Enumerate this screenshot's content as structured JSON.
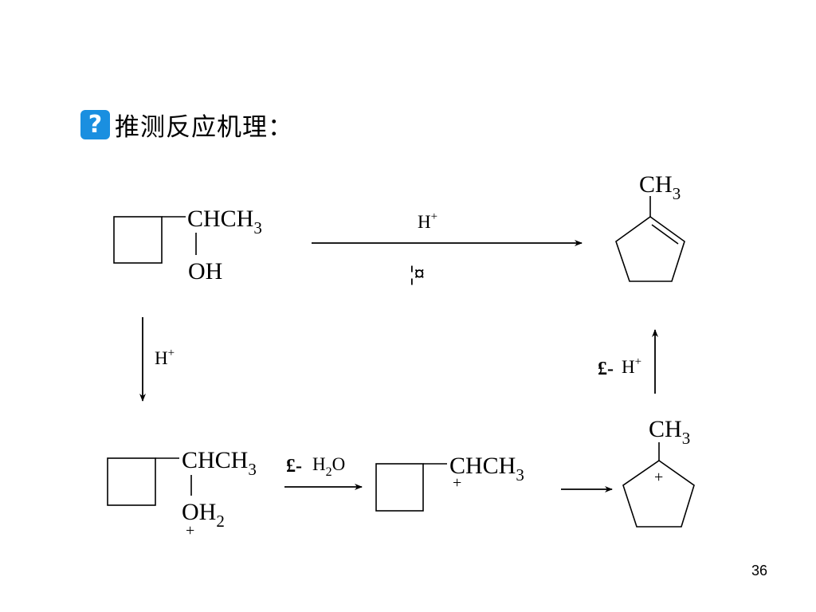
{
  "heading": {
    "icon": "question-icon",
    "icon_glyph": "?",
    "icon_color": "#1a8fe0",
    "text": "推测反应机理："
  },
  "reactant": {
    "chain": "CHCH",
    "chain_sub": "3",
    "group": "OH"
  },
  "product": {
    "group": "CH",
    "group_sub": "3"
  },
  "arrow_top": {
    "reagent": "H",
    "reagent_sup": "+",
    "condition": "¦¤"
  },
  "arrow_down": {
    "reagent": "H",
    "reagent_sup": "+"
  },
  "arrow_up": {
    "prefix": "£-",
    "reagent": "H",
    "reagent_sup": "+"
  },
  "protonated": {
    "chain": "CHCH",
    "chain_sub": "3",
    "group": "OH",
    "group_sub": "2",
    "charge": "+"
  },
  "arrow_water": {
    "prefix": "£-",
    "reagent_a": "H",
    "reagent_sub": "2",
    "reagent_b": "O"
  },
  "carbocation": {
    "chain": "CHCH",
    "chain_sub": "3",
    "charge": "+"
  },
  "cyclopentyl_cation": {
    "group": "CH",
    "group_sub": "3",
    "charge": "+"
  },
  "page_number": "36"
}
